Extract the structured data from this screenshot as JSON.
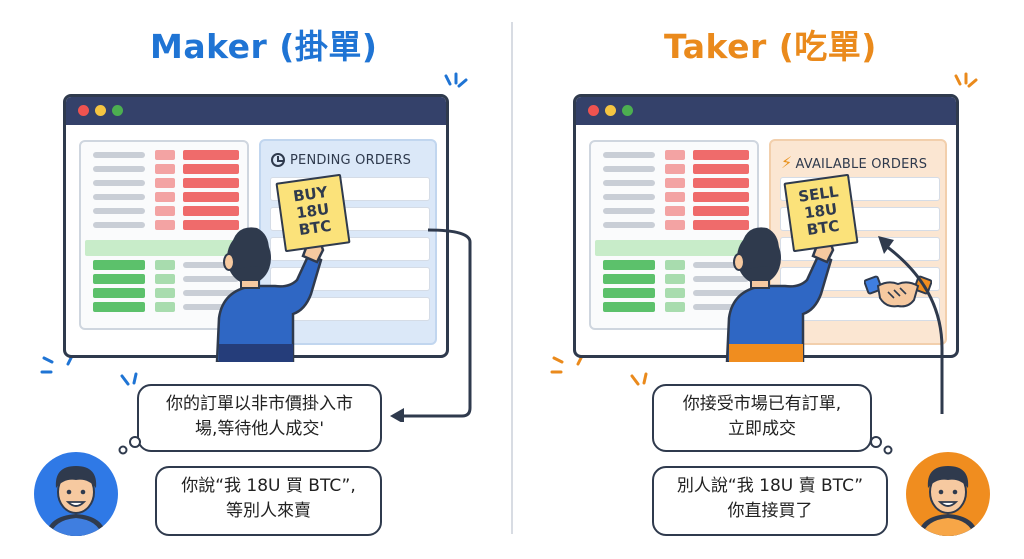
{
  "maker": {
    "title": "Maker (掛單)",
    "panel_header": "PENDING ORDERS",
    "note_lines": [
      "BUY",
      "18U",
      "BTC"
    ],
    "bubble_top": [
      "你的訂單以非市價掛入市",
      "場,等待他人成交'"
    ],
    "bubble_bottom": [
      "你說“我 18U 買 BTC”,",
      "等別人來賣"
    ]
  },
  "taker": {
    "title": "Taker (吃單)",
    "panel_header": "AVAILABLE ORDERS",
    "note_lines": [
      "SELL",
      "18U",
      "BTC"
    ],
    "bubble_top": [
      "你接受市場已有訂單,",
      "立即成交"
    ],
    "bubble_bottom": [
      "別人說“我 18U 賣 BTC”",
      "你直接買了"
    ]
  },
  "colors": {
    "maker_accent": "#1f74d4",
    "taker_accent": "#ea8a1c",
    "sell_red": "#ef6b6b",
    "buy_green": "#5cc16b",
    "outline": "#2f3a4d"
  },
  "icons": [
    "clock-icon",
    "lightning-icon",
    "handshake-icon",
    "arrow-icon",
    "sticky-note-icon"
  ]
}
